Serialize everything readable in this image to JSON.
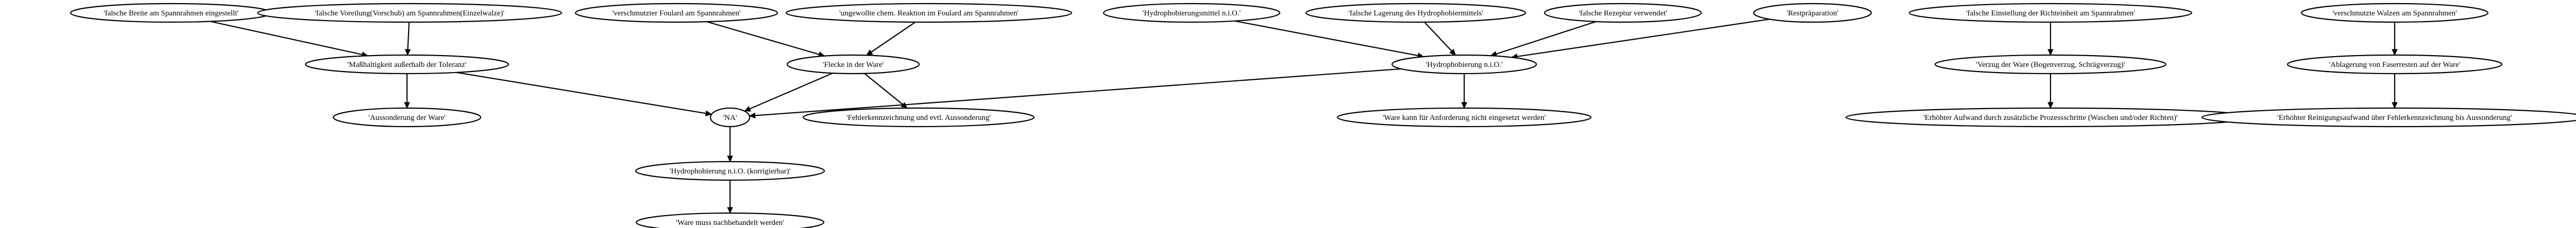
{
  "nodes": [
    {
      "id": "n1",
      "label": "'falsche Breite am Spannrahmen eingestellt'"
    },
    {
      "id": "n2",
      "label": "'falsche Voreilung(Vorschub) am Spannrahmen(Einzelwalze)'"
    },
    {
      "id": "n3",
      "label": "'verschmutzter Foulard am Spannrahmen'"
    },
    {
      "id": "n4",
      "label": "'ungewollte chem. Reaktion im Foulard am Spannrahmen'"
    },
    {
      "id": "n5",
      "label": "'Hydrophobierungsmittel n.i.O.'"
    },
    {
      "id": "n6",
      "label": "'falsche Lagerung des Hydrophobiermittels'"
    },
    {
      "id": "n7",
      "label": "'falsche Rezeptur verwendet'"
    },
    {
      "id": "n8",
      "label": "'Restpräparation'"
    },
    {
      "id": "n9",
      "label": "'falsche Einstellung der Richteinheit am Spannrahmen'"
    },
    {
      "id": "n10",
      "label": "'verschmutzte Walzen am Spannrahmen'"
    },
    {
      "id": "n11",
      "label": "'Maßhaltigkeit außerhalb der Toleranz'"
    },
    {
      "id": "n12",
      "label": "'Flecke in der Ware'"
    },
    {
      "id": "n13",
      "label": "'Hydrophobierung n.i.O.'"
    },
    {
      "id": "n14",
      "label": "'Verzug der Ware (Bogenverzug, Schrägverzug)'"
    },
    {
      "id": "n15",
      "label": "'Ablagerung von Faserresten auf der Ware'"
    },
    {
      "id": "n16",
      "label": "'Aussonderung der Ware'"
    },
    {
      "id": "n17",
      "label": "'NA'"
    },
    {
      "id": "n18",
      "label": "'Fehlerkennzeichnung und evtl. Aussonderung'"
    },
    {
      "id": "n19",
      "label": "'Ware kann für Anforderung nicht eingesetzt werden'"
    },
    {
      "id": "n20",
      "label": "'Erhöhter Aufwand durch zusätzliche Prozessschritte (Waschen und/oder Richten)'"
    },
    {
      "id": "n21",
      "label": "'Erhöhter Reinigungsaufwand über Fehlerkennzeichnung bis Aussonderung'"
    },
    {
      "id": "n22",
      "label": "'Hydrophobierung n.i.O. (korrigierbar)'"
    },
    {
      "id": "n23",
      "label": "'Ware muss nachbehandelt werden'"
    }
  ],
  "edges": [
    {
      "from": "n1",
      "to": "n11"
    },
    {
      "from": "n2",
      "to": "n11"
    },
    {
      "from": "n3",
      "to": "n12"
    },
    {
      "from": "n4",
      "to": "n12"
    },
    {
      "from": "n5",
      "to": "n13"
    },
    {
      "from": "n6",
      "to": "n13"
    },
    {
      "from": "n7",
      "to": "n13"
    },
    {
      "from": "n8",
      "to": "n13"
    },
    {
      "from": "n9",
      "to": "n14"
    },
    {
      "from": "n10",
      "to": "n15"
    },
    {
      "from": "n11",
      "to": "n16"
    },
    {
      "from": "n11",
      "to": "n17"
    },
    {
      "from": "n12",
      "to": "n17"
    },
    {
      "from": "n12",
      "to": "n18"
    },
    {
      "from": "n13",
      "to": "n17"
    },
    {
      "from": "n13",
      "to": "n19"
    },
    {
      "from": "n14",
      "to": "n20"
    },
    {
      "from": "n15",
      "to": "n21"
    },
    {
      "from": "n17",
      "to": "n22"
    },
    {
      "from": "n22",
      "to": "n23"
    }
  ]
}
